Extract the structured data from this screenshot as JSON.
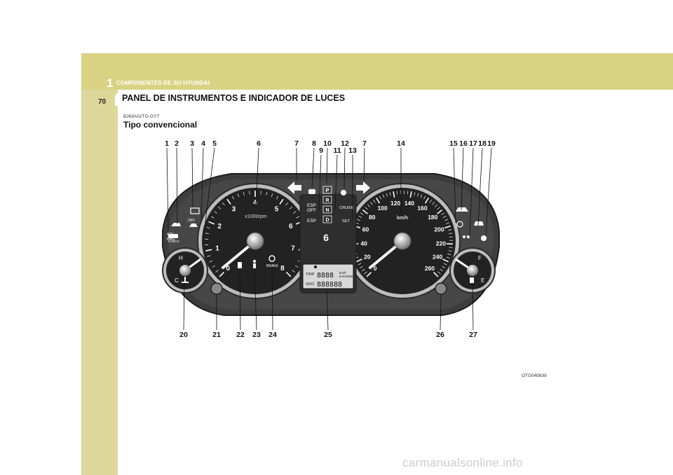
{
  "header": {
    "section_number": "1",
    "section_title": "COMPONENTES DE SU HYUNDAI",
    "page_number": "70"
  },
  "tab_title": "PANEL DE INSTRUMENTOS E INDICADOR DE LUCES",
  "code": "B260A02TG-GYT",
  "subtitle": "Tipo convencional",
  "figure_code": "OTG040839",
  "watermark": "carmanualsonline.info",
  "callouts_top": [
    "1",
    "2",
    "3",
    "4",
    "5",
    "6",
    "7",
    "8",
    "9",
    "10",
    "11",
    "12",
    "13",
    "7",
    "14",
    "15",
    "16",
    "17",
    "18",
    "19"
  ],
  "callouts_bottom": [
    "20",
    "21",
    "22",
    "23",
    "24",
    "25",
    "26",
    "27"
  ],
  "tacho": {
    "ticks": [
      "0",
      "1",
      "2",
      "3",
      "4",
      "5",
      "6",
      "7",
      "8"
    ],
    "unit": "x1000rpm"
  },
  "speedo": {
    "ticks": [
      "0",
      "20",
      "40",
      "60",
      "80",
      "100",
      "120",
      "140",
      "160",
      "180",
      "200",
      "220",
      "240",
      "260"
    ],
    "unit": "km/h"
  },
  "temp": {
    "hot": "H",
    "cold": "C"
  },
  "fuel": {
    "full": "F",
    "empty": "E"
  },
  "indicators": {
    "check": "CHECK",
    "off": "OFF",
    "air": "AIR",
    "bag": "BAG",
    "brake": "BRAKE",
    "esp_off_1": "ESP",
    "esp_off_2": "OFF",
    "esp": "ESP",
    "cruise": "CRUISE",
    "set": "SET"
  },
  "gears": [
    "P",
    "R",
    "N",
    "D"
  ],
  "gear_display": "6",
  "lcd": {
    "trip": "TRIP",
    "odo": "ODO",
    "digits_top": "8888",
    "digits_bottom": "888888",
    "unit1": "km/h",
    "unit2": "km/100km"
  }
}
